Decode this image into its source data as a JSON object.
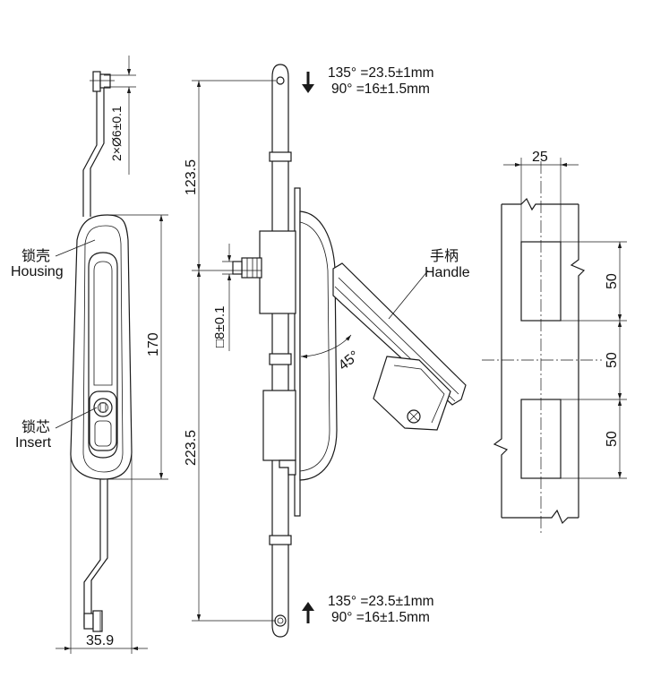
{
  "front_view": {
    "hole_dim": "2×Ø6±0.1",
    "housing_cn": "锁壳",
    "housing_en": "Housing",
    "insert_cn": "锁芯",
    "insert_en": "Insert",
    "height_dim": "170",
    "width_dim": "35.9"
  },
  "side_view": {
    "top_note_line1": "135° =23.5±1mm",
    "top_note_line2": "90° =16±1.5mm",
    "bottom_note_line1": "135° =23.5±1mm",
    "bottom_note_line2": "90° =16±1.5mm",
    "upper_dim": "123.5",
    "lower_dim": "223.5",
    "square_dim": "□8±0.1",
    "angle": "45°",
    "handle_cn": "手柄",
    "handle_en": "Handle"
  },
  "cutout_view": {
    "width_dim": "25",
    "slot_top_dim": "50",
    "gap_dim": "50",
    "slot_bottom_dim": "50"
  }
}
